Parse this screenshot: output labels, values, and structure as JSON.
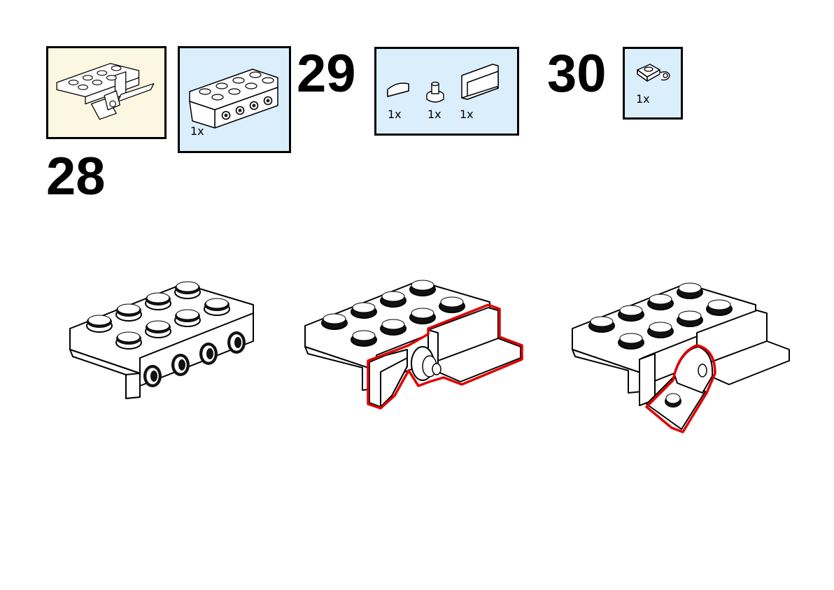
{
  "steps": [
    {
      "number": "28",
      "submodel_icon": "bracket-assembly-icon",
      "parts": [
        {
          "icon": "bracket-plate-2x4-icon",
          "qty": "1x"
        }
      ]
    },
    {
      "number": "29",
      "parts": [
        {
          "icon": "tile-quarter-round-icon",
          "qty": "1x"
        },
        {
          "icon": "round-plate-with-pin-icon",
          "qty": "1x"
        },
        {
          "icon": "panel-1x2x1-icon",
          "qty": "1x"
        }
      ]
    },
    {
      "number": "30",
      "parts": [
        {
          "icon": "plate-with-clip-icon",
          "qty": "1x"
        }
      ]
    }
  ],
  "colors": {
    "submodel_background": "#fdf6e0",
    "parts_background": "#dbeefb",
    "highlight": "#e00000"
  }
}
